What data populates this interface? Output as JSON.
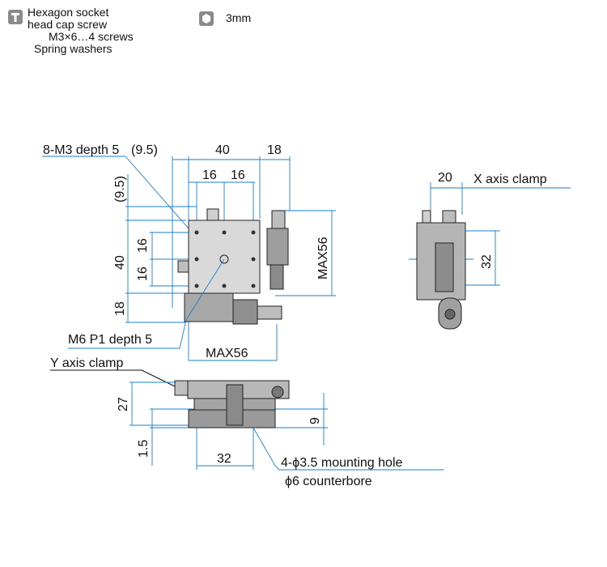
{
  "legend": {
    "screw_line1": "Hexagon socket",
    "screw_line2": "head cap screw",
    "screw_line3": "M3×6…4 screws",
    "screw_line4": "Spring washers",
    "wrench": "3mm"
  },
  "top_view": {
    "tap_label": "8-M3 depth 5",
    "dim_top_left": "(9.5)",
    "dim_top_width": "40",
    "dim_top_right": "18",
    "dim_16a": "16",
    "dim_16b": "16",
    "dim_left_95": "(9.5)",
    "dim_left_40": "40",
    "dim_left_16a": "16",
    "dim_left_16b": "16",
    "dim_left_18": "18",
    "dim_max_v": "MAX56",
    "center_label": "M6 P1 depth 5",
    "dim_max_h": "MAX56"
  },
  "side_view": {
    "dim_20": "20",
    "clamp_label": "X axis clamp",
    "dim_32": "32"
  },
  "front_view": {
    "clamp_label": "Y axis clamp",
    "dim_27": "27",
    "dim_15": "1.5",
    "dim_32": "32",
    "dim_9": "9",
    "hole_label": "4-ϕ3.5 mounting hole",
    "cbore_label": "ϕ6 counterbore"
  }
}
